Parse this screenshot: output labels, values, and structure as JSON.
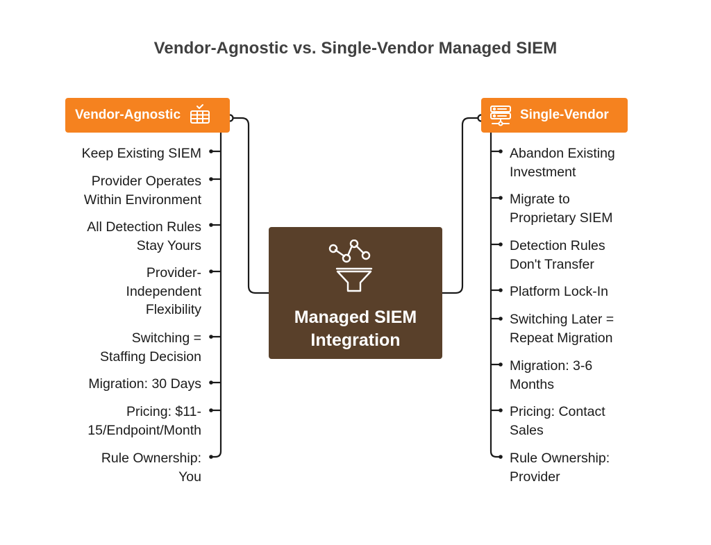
{
  "title": "Vendor-Agnostic vs. Single-Vendor Managed SIEM",
  "center": {
    "label": "Managed SIEM\nIntegration",
    "icon": "funnel-network-icon"
  },
  "left": {
    "label": "Vendor-Agnostic",
    "icon": "server-check-icon",
    "items": [
      "Keep Existing SIEM",
      "Provider Operates\nWithin Environment",
      "All Detection Rules\nStay Yours",
      "Provider-\nIndependent\nFlexibility",
      "Switching =\nStaffing Decision",
      "Migration: 30 Days",
      "Pricing: $11-\n15/Endpoint/Month",
      "Rule Ownership:\nYou"
    ]
  },
  "right": {
    "label": "Single-Vendor",
    "icon": "server-stack-icon",
    "items": [
      "Abandon Existing\nInvestment",
      "Migrate to\nProprietary SIEM",
      "Detection Rules\nDon't Transfer",
      "Platform Lock-In",
      "Switching Later =\nRepeat Migration",
      "Migration: 3-6\nMonths",
      "Pricing: Contact\nSales",
      "Rule Ownership:\nProvider"
    ]
  },
  "colors": {
    "badge": "#f5821f",
    "center": "#59402a",
    "connector": "#1a1a1a"
  }
}
